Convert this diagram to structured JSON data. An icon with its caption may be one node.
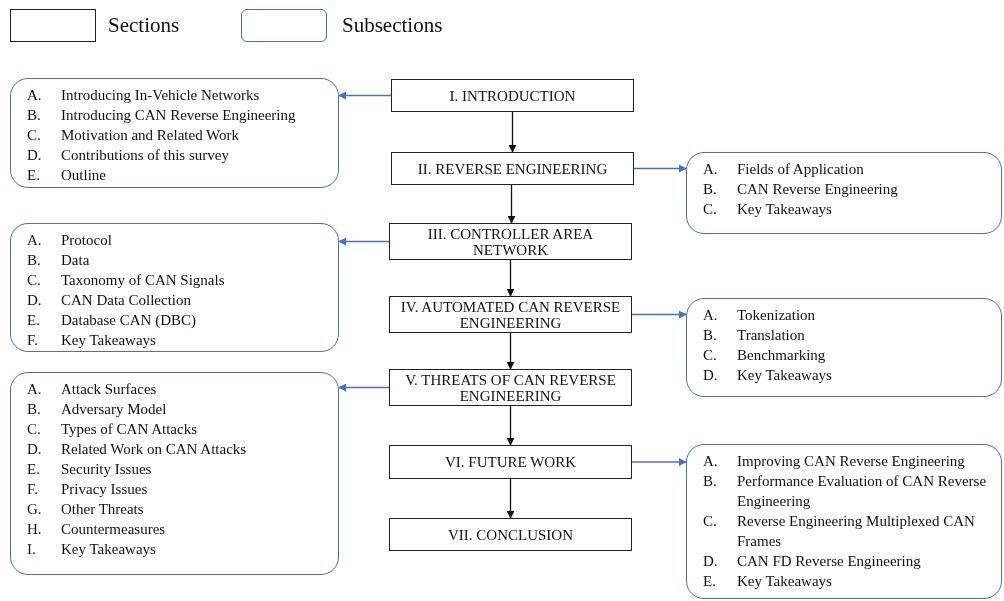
{
  "diagram": {
    "nodes": [
      {
        "text": [
          "I. INTRODUCTION"
        ]
      },
      {
        "text": [
          "A. Introducing In-Vehicle Networks",
          "B. Introducing CAN Reverse Engineering",
          "C. Motivation and Related Work",
          "D. Contributions of this survey",
          "E. Outline"
        ]
      },
      {
        "text": [
          "II. REVERSE ENGINEERING"
        ]
      },
      {
        "text": [
          "A. Fields of Application",
          "B. CAN Reverse Engineering",
          "C. Key Takeaways"
        ]
      },
      {
        "text": [
          "III. CONTROLLER AREA NETWORK"
        ]
      },
      {
        "text": [
          "A. Protocol",
          "B. Data",
          "C. Taxonomy of CAN Signals",
          "D. CAN Data Collection",
          "E. Database CAN (DBC)",
          "F. Key Takeaways"
        ]
      },
      {
        "text": [
          "IV. AUTOMATED CAN REVERSE ENGINEERING"
        ]
      },
      {
        "text": [
          "A. Tokenization",
          "B. Translation",
          "C. Benchmarking",
          "D. Key Takeaways"
        ]
      },
      {
        "text": [
          "V. THREATS OF CAN REVERSE ENGINEERING"
        ]
      },
      {
        "text": [
          "A. Attack Surfaces",
          "B. Adversary Model",
          "C. Types of CAN Attacks",
          "D. Related Work on CAN Attacks",
          "E. Security Issues",
          "F. Privacy Issues",
          "G. Other Threats",
          "H. Countermeasures",
          "I. Key Takeaways"
        ]
      },
      {
        "text": [
          "VI. FUTURE WORK"
        ]
      },
      {
        "text": [
          "A. Improving CAN Reverse Engineering",
          "B. Performance Evaluation of CAN Reverse Engineering",
          "C. Reverse Engineering Multiplexed CAN Frames",
          "D. CAN FD Reverse Engineering",
          "E. Key Takeaways"
        ]
      },
      {
        "text": [
          "VII. CONCLUSION"
        ]
      }
    ],
    "edges": [
      {
        "from": 0,
        "to": 2,
        "arrow": "to"
      },
      {
        "from": 2,
        "to": 4,
        "arrow": "to"
      },
      {
        "from": 4,
        "to": 6,
        "arrow": "to"
      },
      {
        "from": 6,
        "to": 8,
        "arrow": "to"
      },
      {
        "from": 8,
        "to": 10,
        "arrow": "to"
      },
      {
        "from": 10,
        "to": 12,
        "arrow": "to"
      },
      {
        "from": 0,
        "to": 1,
        "arrow": "to",
        "color": "#4472c4"
      },
      {
        "from": 2,
        "to": 3,
        "arrow": "to",
        "color": "#4472c4"
      },
      {
        "from": 4,
        "to": 5,
        "arrow": "to",
        "color": "#4472c4"
      },
      {
        "from": 6,
        "to": 7,
        "arrow": "to",
        "color": "#4472c4"
      },
      {
        "from": 8,
        "to": 9,
        "arrow": "to",
        "color": "#4472c4"
      },
      {
        "from": 10,
        "to": 11,
        "arrow": "to",
        "color": "#4472c4"
      }
    ],
    "legend": [
      {
        "text": "Sections"
      },
      {
        "text": "Subsections"
      }
    ]
  }
}
